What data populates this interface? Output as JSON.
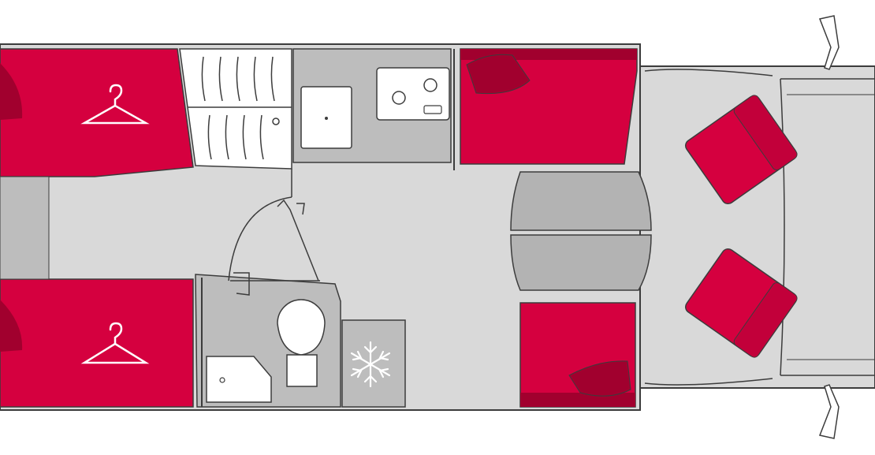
{
  "floorplan": {
    "colors": {
      "bed_red": "#d5003f",
      "bed_red_dark": "#a1002e",
      "floor_gray": "#d9d9d9",
      "unit_gray": "#bdbdbd",
      "table_gray": "#b3b3b3",
      "outline": "#3c3c3c",
      "icon_white": "#ffffff"
    },
    "zones": [
      {
        "name": "rear-bed-left-top",
        "icon": "hanger-icon"
      },
      {
        "name": "rear-bed-left-bottom",
        "icon": "hanger-icon"
      },
      {
        "name": "wardrobe",
        "icon": "none"
      },
      {
        "name": "kitchen-counter",
        "icon": "none"
      },
      {
        "name": "sink",
        "icon": "none"
      },
      {
        "name": "stove",
        "icon": "none"
      },
      {
        "name": "side-sofa-top",
        "icon": "cushion"
      },
      {
        "name": "side-sofa-bottom",
        "icon": "cushion"
      },
      {
        "name": "dinette-table",
        "icon": "none"
      },
      {
        "name": "bathroom",
        "icon": "none"
      },
      {
        "name": "toilet",
        "icon": "none"
      },
      {
        "name": "shower-tray",
        "icon": "none"
      },
      {
        "name": "fridge",
        "icon": "snowflake-icon"
      },
      {
        "name": "cab-seat-left",
        "icon": "none"
      },
      {
        "name": "cab-seat-right",
        "icon": "none"
      },
      {
        "name": "side-mirror-top",
        "icon": "none"
      },
      {
        "name": "side-mirror-bottom",
        "icon": "none"
      }
    ]
  }
}
